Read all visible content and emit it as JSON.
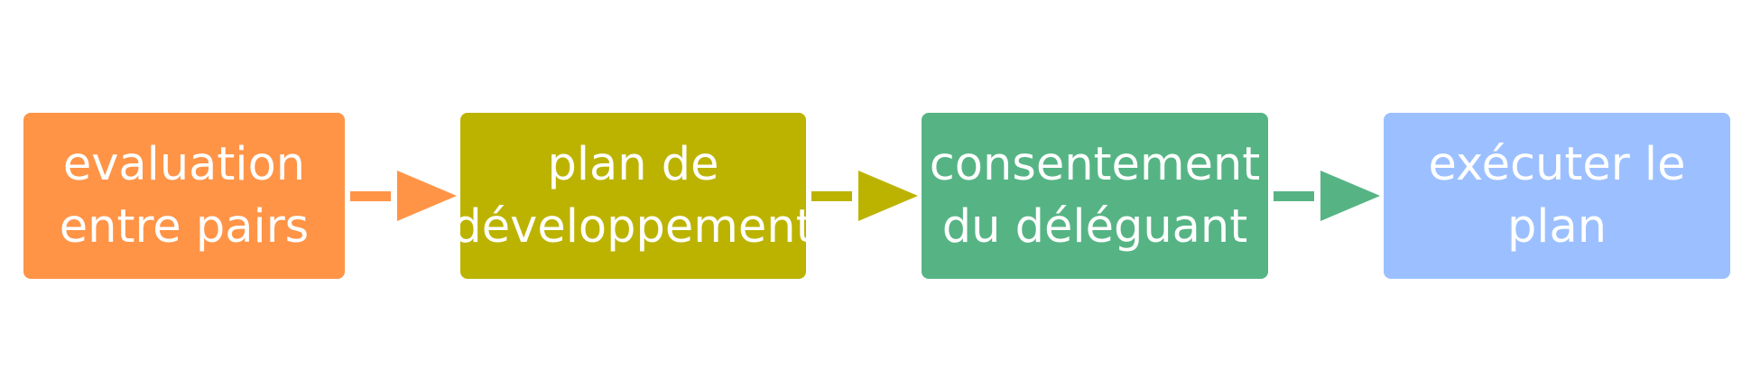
{
  "steps": [
    {
      "label": "evaluation entre pairs",
      "color": "#ff9447"
    },
    {
      "label": "plan de développement",
      "color": "#bcb300"
    },
    {
      "label": "consentement du déléguant",
      "color": "#56b484"
    },
    {
      "label": "exécuter le plan",
      "color": "#9cc0ff"
    }
  ],
  "connectors": [
    {
      "from": 0,
      "to": 1,
      "color": "#ff9447"
    },
    {
      "from": 1,
      "to": 2,
      "color": "#bcb300"
    },
    {
      "from": 2,
      "to": 3,
      "color": "#56b484"
    }
  ]
}
